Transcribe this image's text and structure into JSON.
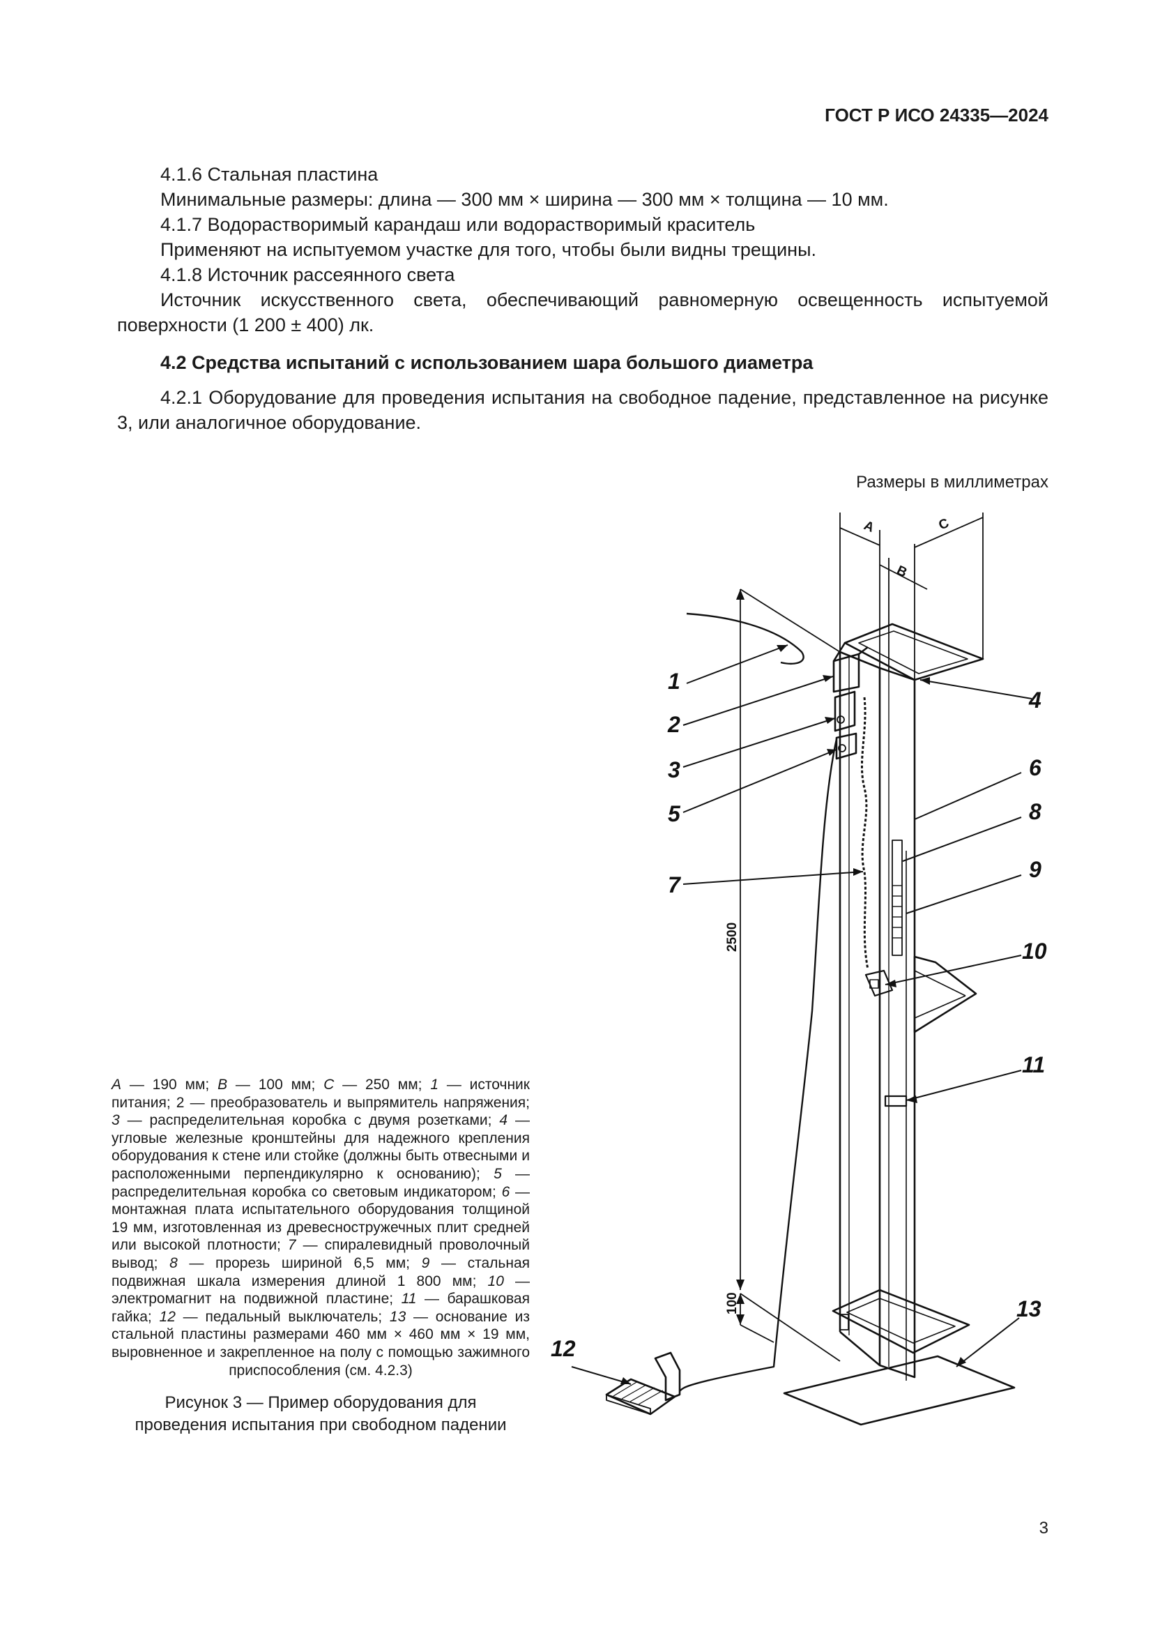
{
  "header": {
    "doc_id": "ГОСТ Р ИСО 24335—2024"
  },
  "sections": {
    "s416_title": "4.1.6 Стальная пластина",
    "s416_text": "Минимальные размеры: длина — 300 мм × ширина — 300 мм × толщина — 10 мм.",
    "s417_title": "4.1.7 Водорастворимый карандаш или водорастворимый краситель",
    "s417_text": "Применяют на испытуемом участке для того, чтобы были видны трещины.",
    "s418_title": "4.1.8 Источник рассеянного света",
    "s418_text": "Источник искусственного света, обеспечивающий равномерную освещенность испытуемой поверхности (1 200 ± 400) лк.",
    "s42_heading": "4.2 Средства испытаний с использованием шара большого диаметра",
    "s421_text": "4.2.1 Оборудование для проведения испытания на свободное падение, представленное на рисунке 3, или аналогичное оборудование."
  },
  "figure": {
    "units_note": "Размеры в миллиметрах",
    "dim_labels": {
      "a": "A",
      "b": "B",
      "c": "C",
      "height": "2500",
      "bottom": "100"
    },
    "callouts": [
      "1",
      "2",
      "3",
      "4",
      "5",
      "6",
      "7",
      "8",
      "9",
      "10",
      "11",
      "12",
      "13"
    ],
    "legend": [
      {
        "k": "A",
        "v": " — 190 мм; "
      },
      {
        "k": "B",
        "v": " — 100 мм; "
      },
      {
        "k": "C",
        "v": " — 250 мм; "
      },
      {
        "k": "1",
        "v": " — источник питания; 2 — преобразователь и выпрямитель напряжения; "
      },
      {
        "k": "3",
        "v": " — распределительная коробка с двумя розетками; "
      },
      {
        "k": "4",
        "v": " — угловые железные кронштейны для надежного крепления оборудования к стене или стойке (должны быть отвесными и расположенными перпендикулярно к основанию); "
      },
      {
        "k": "5",
        "v": " — распределительная коробка со световым индикатором; "
      },
      {
        "k": "6",
        "v": " — монтажная плата испытательного оборудования толщиной 19 мм, изготовленная из древесностружечных плит средней или высокой плотности; "
      },
      {
        "k": "7",
        "v": " — спиралевидный проволочный вывод; "
      },
      {
        "k": "8",
        "v": " — прорезь шириной 6,5 мм; "
      },
      {
        "k": "9",
        "v": " — стальная подвижная шкала измерения длиной 1 800 мм; "
      },
      {
        "k": "10",
        "v": " — электромагнит на подвижной пластине; "
      },
      {
        "k": "11",
        "v": " — барашковая гайка; "
      },
      {
        "k": "12",
        "v": " — педальный выключатель; "
      },
      {
        "k": "13",
        "v": " — основание из стальной пластины размерами 460 мм × 460 мм × 19 мм, выровненное и закрепленное на полу с помощью зажимного приспособления (см. 4.2.3)"
      }
    ],
    "caption_line1": "Рисунок 3 — Пример оборудования для",
    "caption_line2": "проведения испытания при свободном падении"
  },
  "page_number": "3"
}
